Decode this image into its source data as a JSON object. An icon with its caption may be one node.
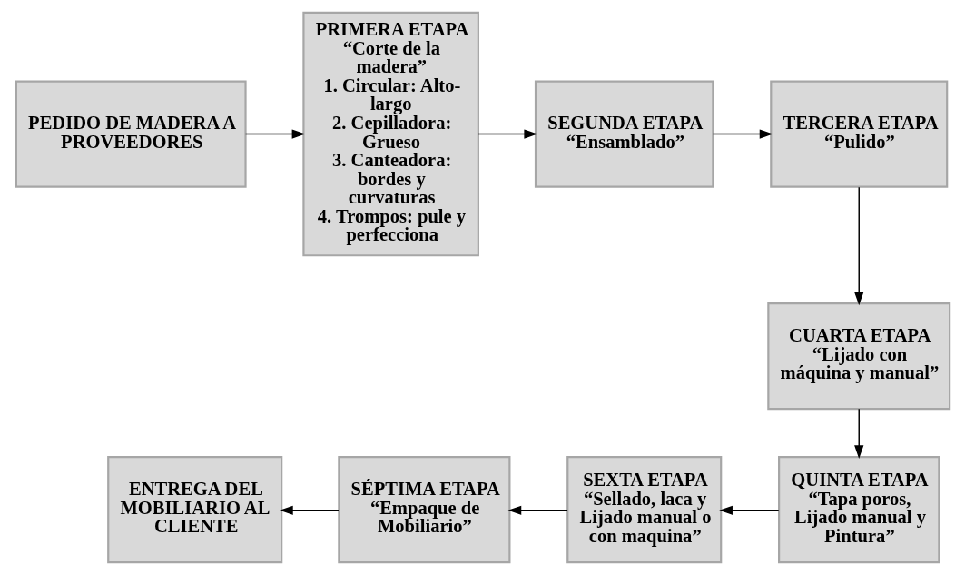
{
  "diagram": {
    "nodes": [
      {
        "text": [
          "PEDIDO DE MADERA A PROVEEDORES"
        ]
      },
      {
        "text": [
          "PRIMERA ETAPA",
          "“Corte de la madera”",
          "1. Circular: Alto-largo",
          "2. Cepilladora: Grueso",
          "3. Canteadora: bordes y curvaturas",
          "4. Trompos: pule y perfecciona"
        ]
      },
      {
        "text": [
          "SEGUNDA ETAPA",
          "“Ensamblado”"
        ]
      },
      {
        "text": [
          "TERCERA ETAPA",
          "“Pulido”"
        ]
      },
      {
        "text": [
          "CUARTA ETAPA",
          "“Lijado con máquina y manual”"
        ]
      },
      {
        "text": [
          "QUINTA ETAPA",
          "“Tapa poros, Lijado manual y Pintura”"
        ]
      },
      {
        "text": [
          "SEXTA ETAPA",
          "“Sellado, laca y Lijado manual o con maquina”"
        ]
      },
      {
        "text": [
          "SÉPTIMA ETAPA",
          "“Empaque de Mobiliario”"
        ]
      },
      {
        "text": [
          "ENTREGA DEL MOBILIARIO AL CLIENTE"
        ]
      }
    ],
    "edges": [
      {
        "from": 0,
        "to": 1,
        "arrow": "to"
      },
      {
        "from": 1,
        "to": 2,
        "arrow": "to"
      },
      {
        "from": 2,
        "to": 3,
        "arrow": "to"
      },
      {
        "from": 3,
        "to": 4,
        "arrow": "to"
      },
      {
        "from": 4,
        "to": 5,
        "arrow": "to"
      },
      {
        "from": 5,
        "to": 6,
        "arrow": "to"
      },
      {
        "from": 6,
        "to": 7,
        "arrow": "to"
      },
      {
        "from": 7,
        "to": 8,
        "arrow": "to"
      }
    ]
  }
}
